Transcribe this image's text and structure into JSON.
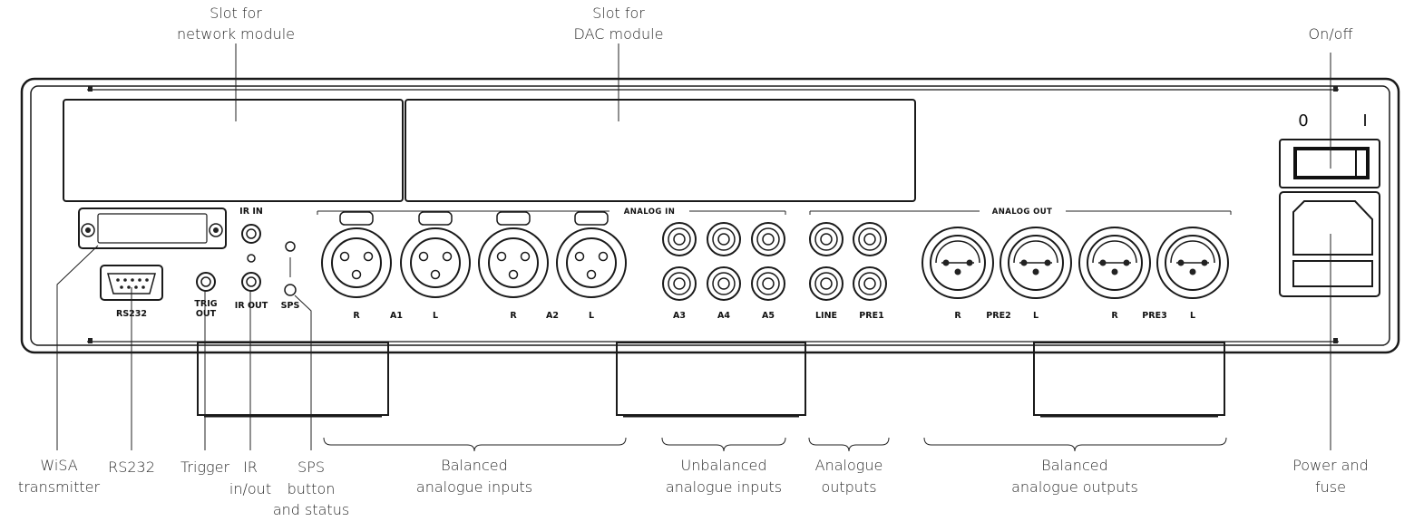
{
  "callouts": {
    "slot_network": [
      "Slot for",
      "network module"
    ],
    "slot_dac": [
      "Slot for",
      "DAC module"
    ],
    "on_off": "On/off",
    "wisa": [
      "WiSA",
      "transmitter"
    ],
    "rs232": "RS232",
    "trigger": "Trigger",
    "ir": [
      "IR",
      "in/out"
    ],
    "sps": [
      "SPS",
      "button",
      "and status"
    ],
    "balanced_inputs": [
      "Balanced",
      "analogue inputs"
    ],
    "unbalanced_inputs": [
      "Unbalanced",
      "analogue inputs"
    ],
    "analogue_outputs": [
      "Analogue",
      "outputs"
    ],
    "balanced_outputs": [
      "Balanced",
      "analogue outputs"
    ],
    "power": [
      "Power and",
      "fuse"
    ]
  },
  "panel": {
    "analog_in": "ANALOG IN",
    "analog_out": "ANALOG OUT",
    "ir_in": "IR IN",
    "ir_out": "IR OUT",
    "trig_out": [
      "TRIG",
      "OUT"
    ],
    "rs232": "RS232",
    "sps": "SPS",
    "switch_off": "0",
    "switch_on": "I",
    "xlr_in": [
      {
        "r": "R",
        "id": "A1",
        "l": "L"
      },
      {
        "r": "R",
        "id": "A2",
        "l": "L"
      }
    ],
    "rca_in": [
      "A3",
      "A4",
      "A5"
    ],
    "rca_out": [
      "LINE",
      "PRE1"
    ],
    "xlr_out": [
      {
        "r": "R",
        "id": "PRE2",
        "l": "L"
      },
      {
        "r": "R",
        "id": "PRE3",
        "l": "L"
      }
    ]
  }
}
